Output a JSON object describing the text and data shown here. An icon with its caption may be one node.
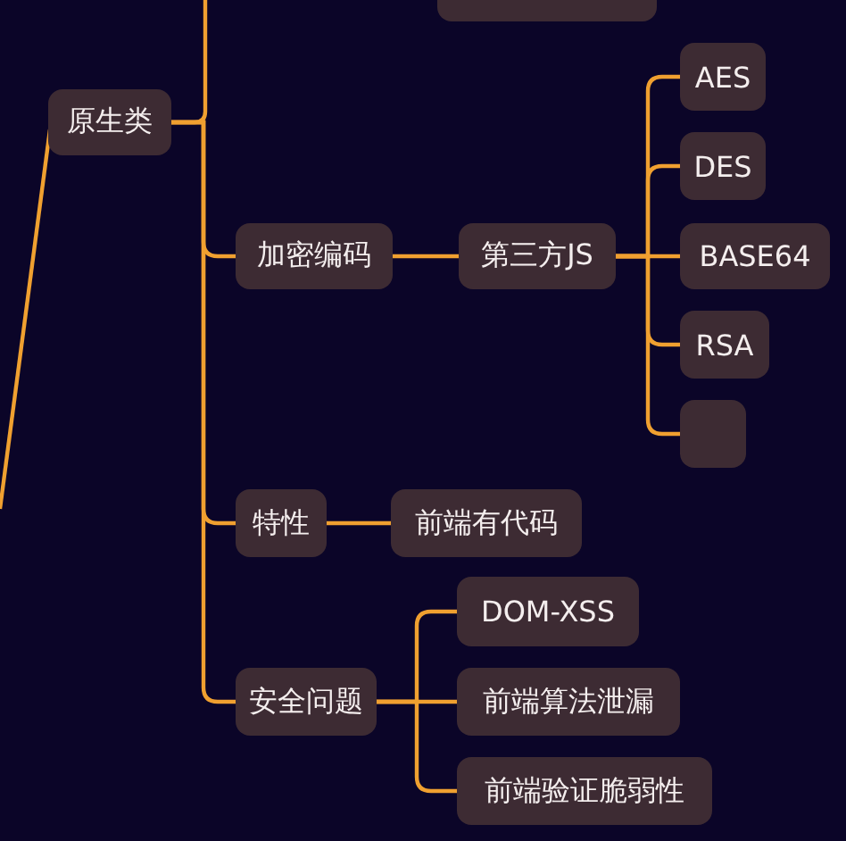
{
  "diagram": {
    "nodes": [
      {
        "text": [],
        "shape": "box"
      },
      {
        "text": [
          "原生类"
        ]
      },
      {
        "text": [
          "加密编码"
        ]
      },
      {
        "text": [
          "第三方JS"
        ]
      },
      {
        "text": [
          "AES"
        ]
      },
      {
        "text": [
          "DES"
        ]
      },
      {
        "text": [
          "BASE64"
        ]
      },
      {
        "text": [
          "RSA"
        ]
      },
      {
        "text": [],
        "shape": "box"
      },
      {
        "text": [
          "特性"
        ]
      },
      {
        "text": [
          "前端有代码"
        ]
      },
      {
        "text": [
          "安全问题"
        ]
      },
      {
        "text": [
          "DOM-XSS"
        ]
      },
      {
        "text": [
          "前端算法泄漏"
        ]
      },
      {
        "text": [
          "前端验证脆弱性"
        ]
      }
    ],
    "edges": [
      {
        "from": null,
        "to": 1,
        "arrow": "none"
      },
      {
        "from": 1,
        "to": null,
        "arrow": "none"
      },
      {
        "from": 1,
        "to": 2,
        "arrow": "none"
      },
      {
        "from": 1,
        "to": 9,
        "arrow": "none"
      },
      {
        "from": 1,
        "to": 11,
        "arrow": "none"
      },
      {
        "from": 2,
        "to": 3,
        "arrow": "none"
      },
      {
        "from": 3,
        "to": 4,
        "arrow": "none"
      },
      {
        "from": 3,
        "to": 5,
        "arrow": "none"
      },
      {
        "from": 3,
        "to": 6,
        "arrow": "none"
      },
      {
        "from": 3,
        "to": 7,
        "arrow": "none"
      },
      {
        "from": 3,
        "to": 8,
        "arrow": "none"
      },
      {
        "from": 9,
        "to": 10,
        "arrow": "none"
      },
      {
        "from": 11,
        "to": 12,
        "arrow": "none"
      },
      {
        "from": 11,
        "to": 13,
        "arrow": "none"
      },
      {
        "from": 11,
        "to": 14,
        "arrow": "none"
      }
    ]
  }
}
